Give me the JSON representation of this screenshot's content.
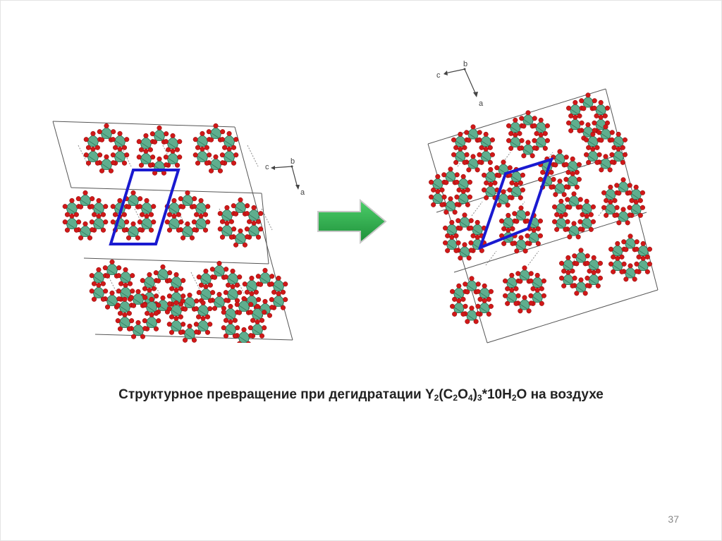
{
  "caption": {
    "prefix": "Структурное превращение при дегидратации Y",
    "sub1": "2",
    "part2": "(C",
    "sub2": "2",
    "part3": "O",
    "sub3": "4",
    "part4": ")",
    "sub4": "3",
    "part5": "*10H",
    "sub5": "2",
    "suffix": "O на воздухе"
  },
  "page_number": "37",
  "left_structure": {
    "axes": {
      "c": "c",
      "b": "b",
      "a": "a"
    },
    "cell_outline_color": "#1a1ad0"
  },
  "right_structure": {
    "axes": {
      "c": "c",
      "b": "b",
      "a": "a"
    },
    "cell_outline_color": "#1a1ad0"
  },
  "arrow": {
    "icon": "green-right-arrow-icon",
    "color": "#2ba84a"
  },
  "colors": {
    "polyhedron": "#5fae8e",
    "polyhedron_dark": "#2f7a5e",
    "oxygen": "#d01818",
    "bond": "#8a8a8a",
    "cell_lines": "#555555"
  }
}
